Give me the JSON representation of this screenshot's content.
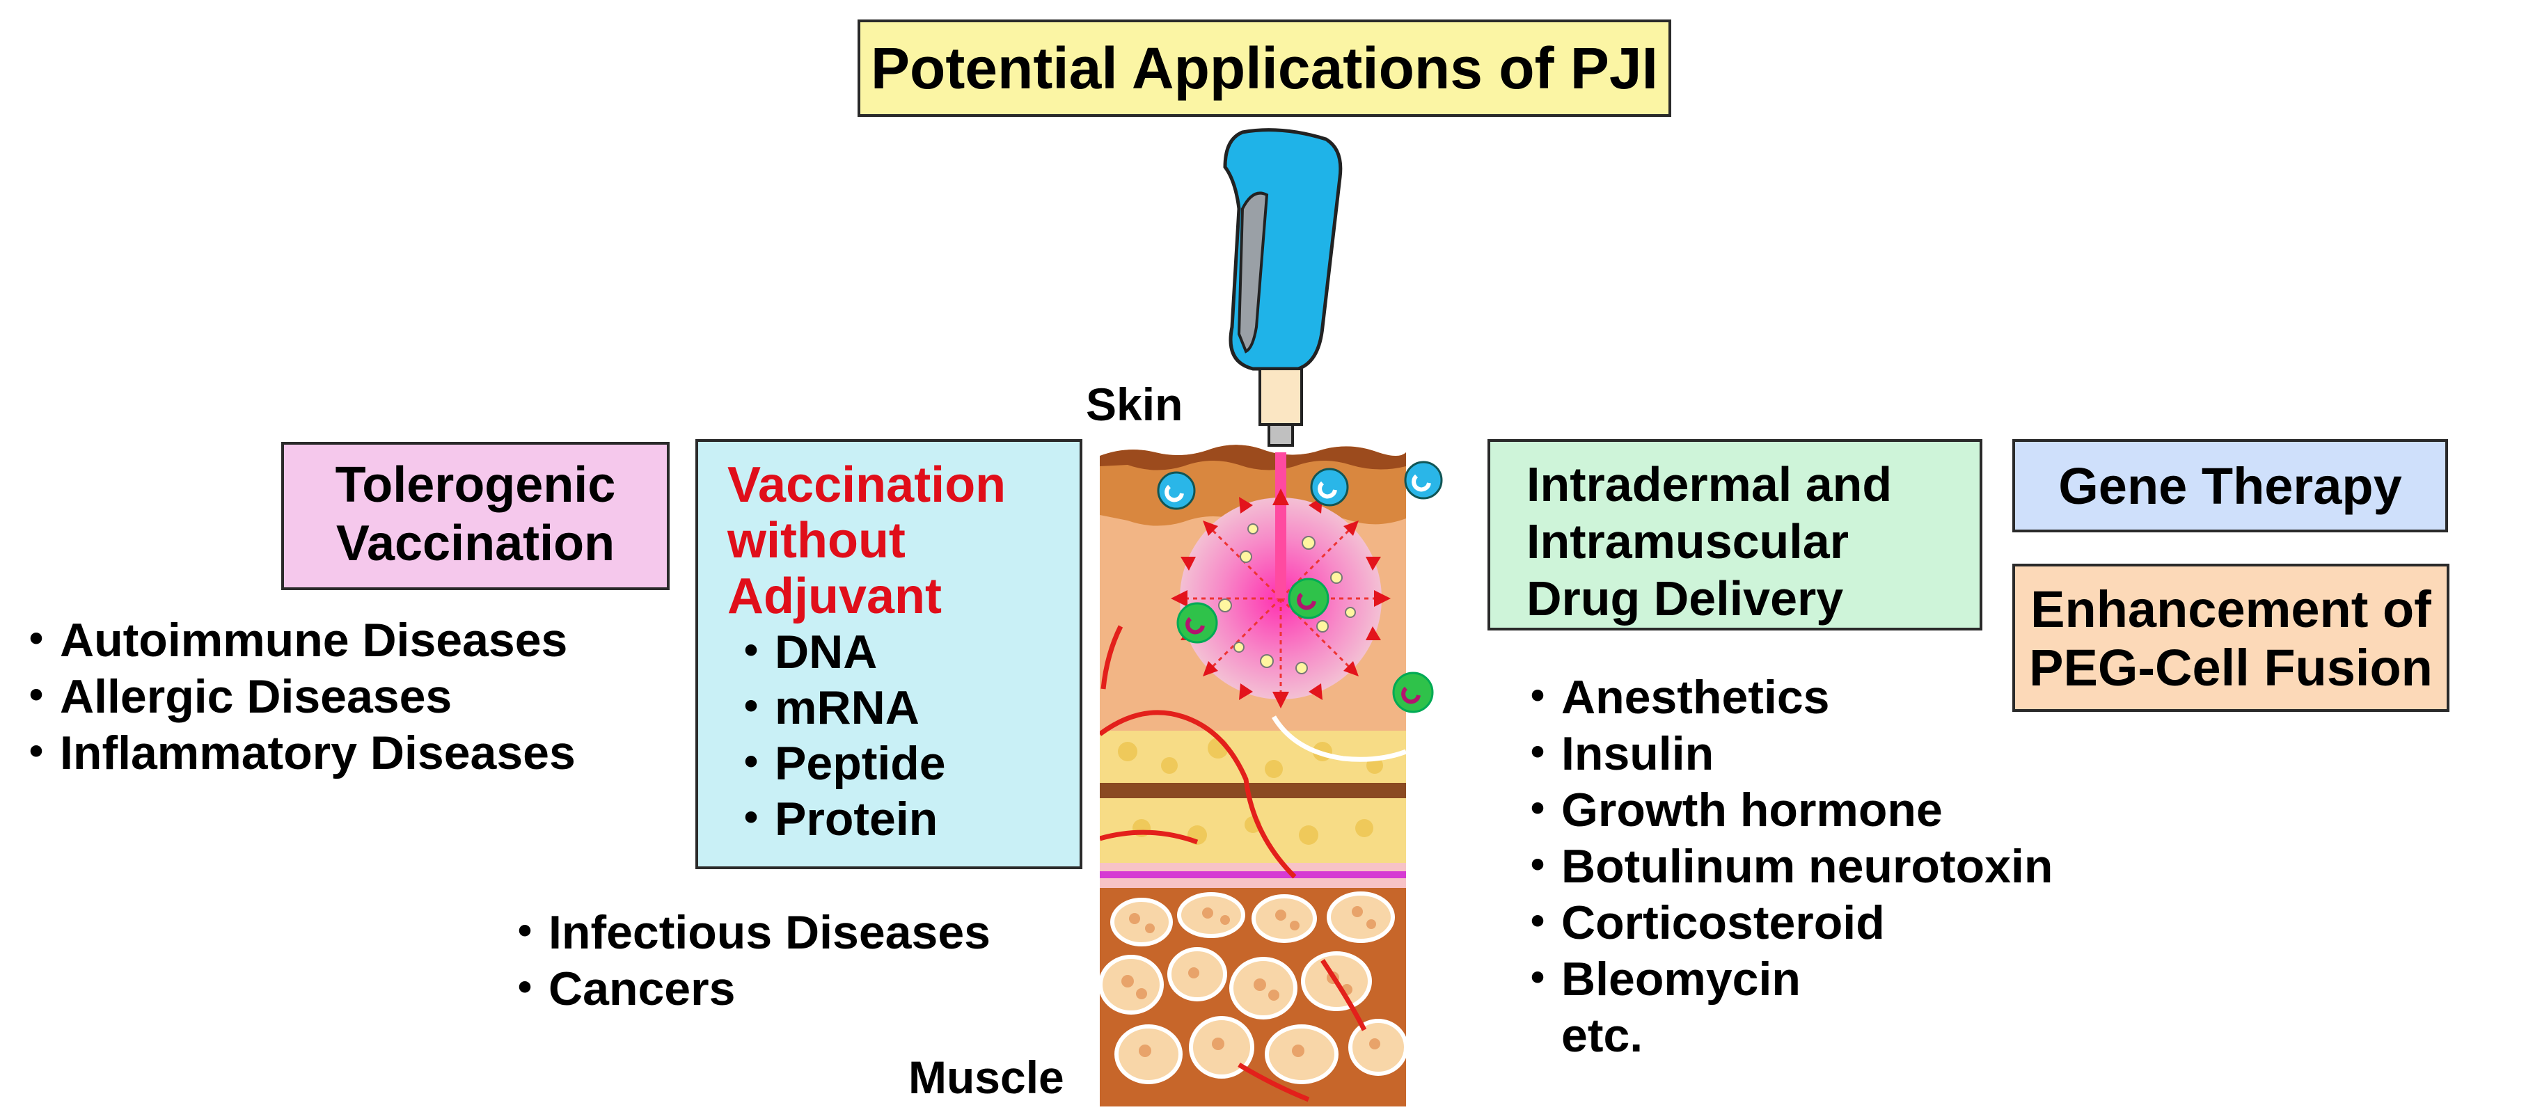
{
  "title": "Potential Applications of PJI",
  "labels": {
    "skin": "Skin",
    "muscle": "Muscle"
  },
  "tolerogenic": {
    "heading": [
      "Tolerogenic",
      "Vaccination"
    ],
    "items": [
      "Autoimmune Diseases",
      "Allergic Diseases",
      "Inflammatory Diseases"
    ]
  },
  "vaccination": {
    "heading": [
      "Vaccination",
      "without",
      "Adjuvant"
    ],
    "items": [
      "DNA",
      "mRNA",
      "Peptide",
      "Protein"
    ],
    "targets": [
      "Infectious Diseases",
      "Cancers"
    ]
  },
  "drug_delivery": {
    "heading": [
      "Intradermal and",
      "Intramuscular",
      "Drug Delivery"
    ],
    "items": [
      "Anesthetics",
      "Insulin",
      "Growth hormone",
      "Botulinum neurotoxin",
      "Corticosteroid",
      "Bleomycin"
    ],
    "etc": "etc."
  },
  "gene_therapy": "Gene Therapy",
  "peg": [
    "Enhancement of",
    "PEG-Cell Fusion"
  ],
  "colors": {
    "title_bg": "#fbf5a4",
    "tolerogenic_bg": "#f5c8ec",
    "vaccination_bg": "#c9f0f6",
    "drug_bg": "#cef4d9",
    "gene_bg": "#cfe0fb",
    "peg_bg": "#fcd9b8",
    "accent_red": "#e00e1a",
    "injector_blue": "#1fb3e8"
  }
}
